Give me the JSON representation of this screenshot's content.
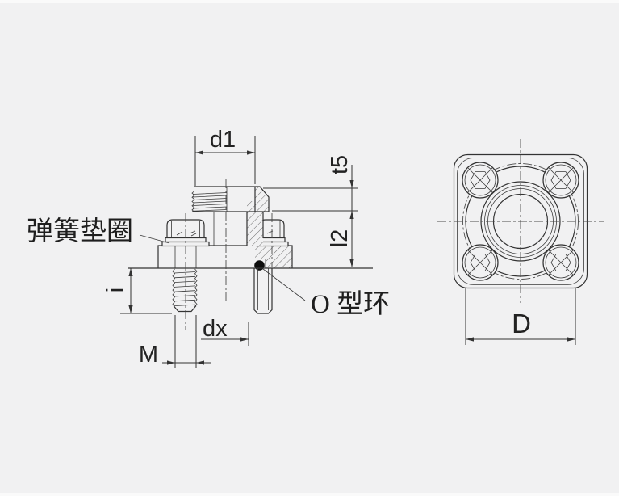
{
  "page": {
    "background": "#f1f1f2",
    "line_color": "#333333",
    "text_color": "#222222",
    "o_ring_color": "#0d0d0d"
  },
  "section_view": {
    "labels": {
      "d1": "d1",
      "t5": "t5",
      "l2": "l2",
      "i": "i",
      "dx": "dx",
      "M": "M",
      "spring_washer": "弹簧垫圈",
      "o_ring": "O 型环"
    }
  },
  "front_view": {
    "labels": {
      "D": "D"
    }
  }
}
